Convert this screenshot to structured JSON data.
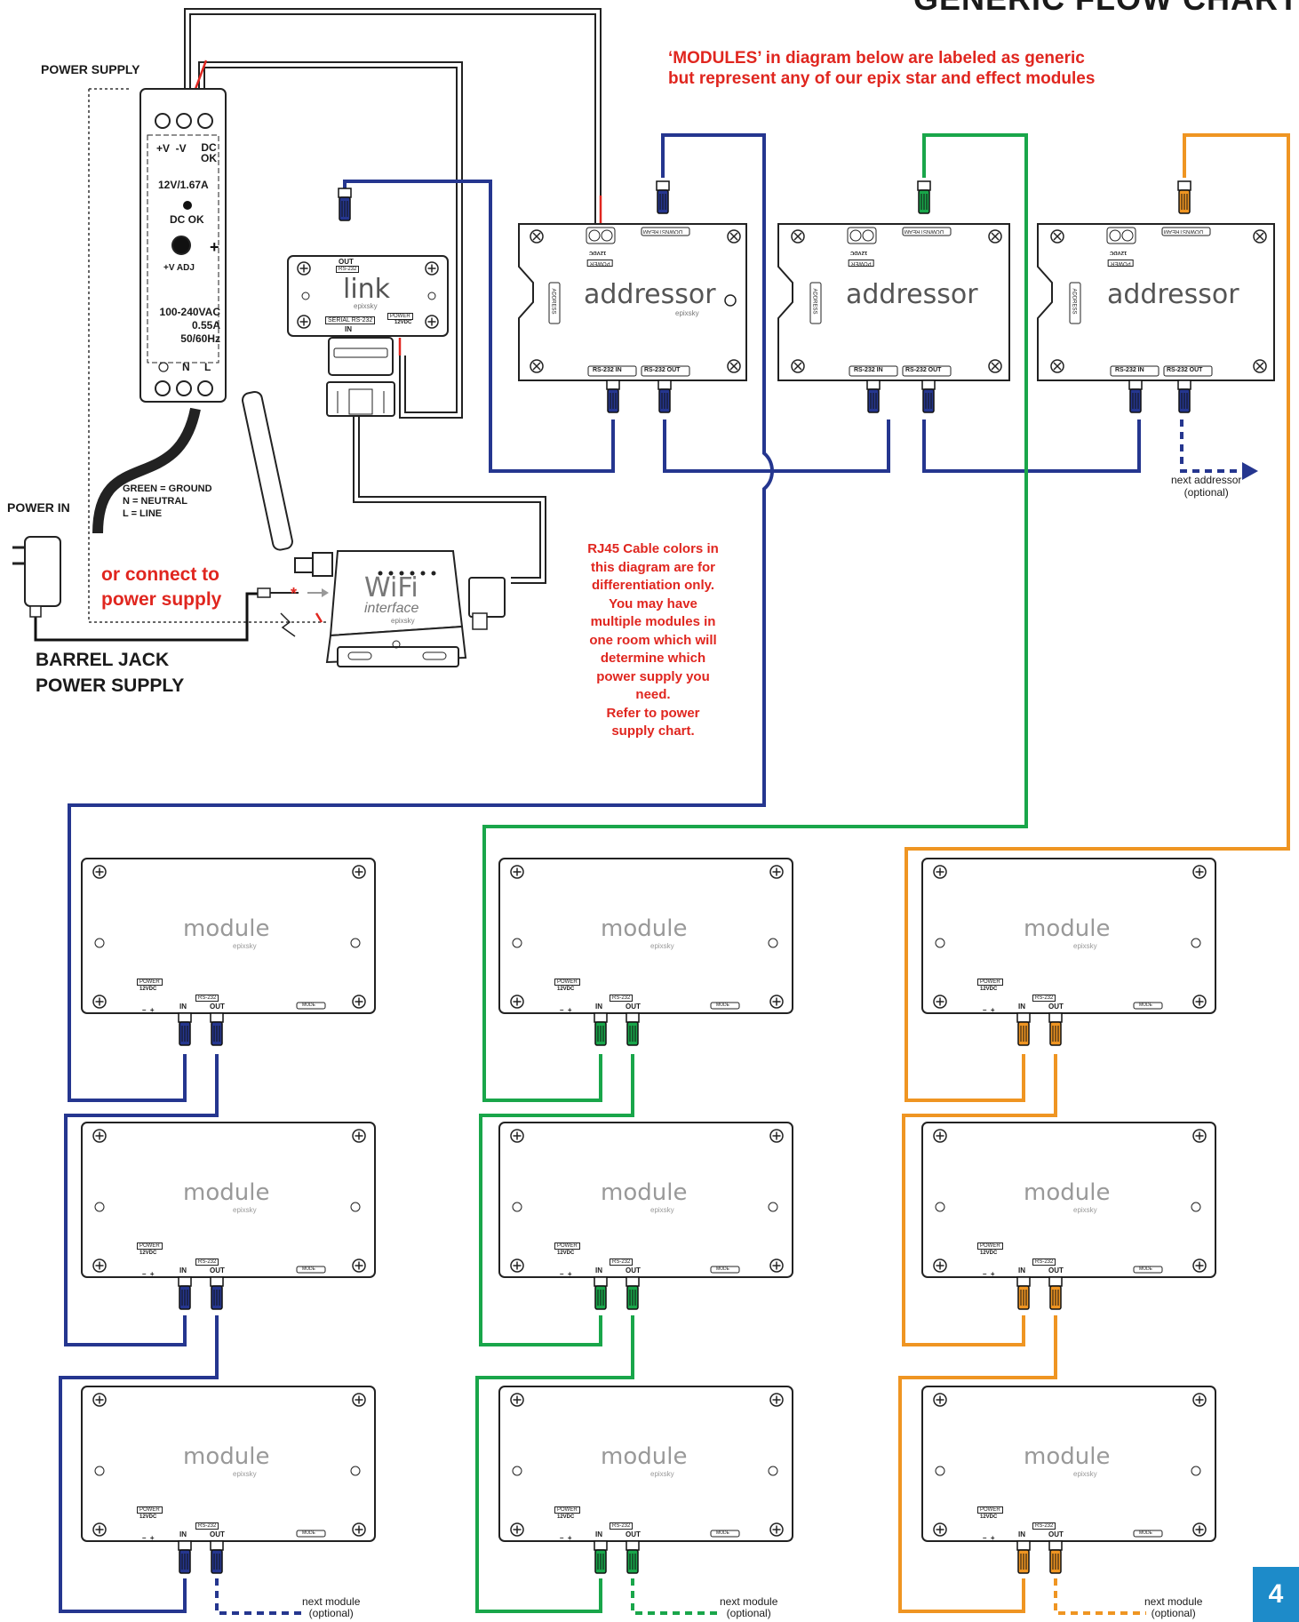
{
  "title": "GENERIC FLOW CHART",
  "modules_note": {
    "line1": "‘MODULES’ in diagram below are labeled as generic",
    "line2": "but represent any of our epix star and effect modules"
  },
  "power_supply": {
    "label": "POWER SUPPLY",
    "terminals_top": "+V  -V",
    "dc_ok_top": "DC",
    "dc_ok_top2": "OK",
    "rating": "12V/1.67A",
    "dc_ok": "DC OK",
    "adj": "+V ADJ",
    "input_line1": "100-240VAC",
    "input_line2": "0.55A",
    "input_line3": "50/60Hz",
    "terminals_bottom": "N",
    "terminals_bottom2": "L"
  },
  "power_in": "POWER IN",
  "wiring_legend": {
    "line1": "GREEN = GROUND",
    "line2": "N = NEUTRAL",
    "line3": "L = LINE"
  },
  "alt_power": {
    "line1": "or connect to",
    "line2": "power supply"
  },
  "barrel_jack": {
    "line1": "BARREL JACK",
    "line2": "POWER SUPPLY"
  },
  "link": {
    "name": "link",
    "brand": "epixsky",
    "out": "OUT",
    "rs232": "RS-232",
    "serial": "SERIAL RS-232",
    "in": "IN",
    "power": "POWER",
    "vdc": "12VDC"
  },
  "wifi": {
    "name": "WiFi",
    "sub": "interface",
    "brand": "epixsky"
  },
  "addressor": {
    "name": "addressor",
    "brand": "epixsky",
    "power": "POWER",
    "vdc": "12VDC",
    "downstream": "DOWNSTREAM",
    "address": "ADDRESS",
    "rs_in": "RS-232 IN",
    "rs_out": "RS-232 OUT"
  },
  "next_addressor": {
    "line1": "next addressor",
    "line2": "(optional)"
  },
  "rj45_note": [
    "RJ45 Cable colors in",
    "this diagram are for",
    "differentiation only.",
    "You may have",
    "multiple modules in",
    "one room which will",
    "determine which",
    "power supply you",
    "need.",
    "Refer to power",
    "supply chart."
  ],
  "module": {
    "name": "module",
    "brand": "epixsky",
    "power": "POWER",
    "vdc": "12VDC",
    "rs232": "RS-232",
    "in": "IN",
    "out": "OUT",
    "mode": "MODE",
    "polarity": "–  +"
  },
  "next_module": {
    "line1": "next module",
    "line2": "(optional)"
  },
  "page_number": "4",
  "colors": {
    "blue": "#25368f",
    "green": "#19a64a",
    "orange": "#ef9522",
    "red": "#e0261f",
    "device_stroke": "#222222"
  }
}
